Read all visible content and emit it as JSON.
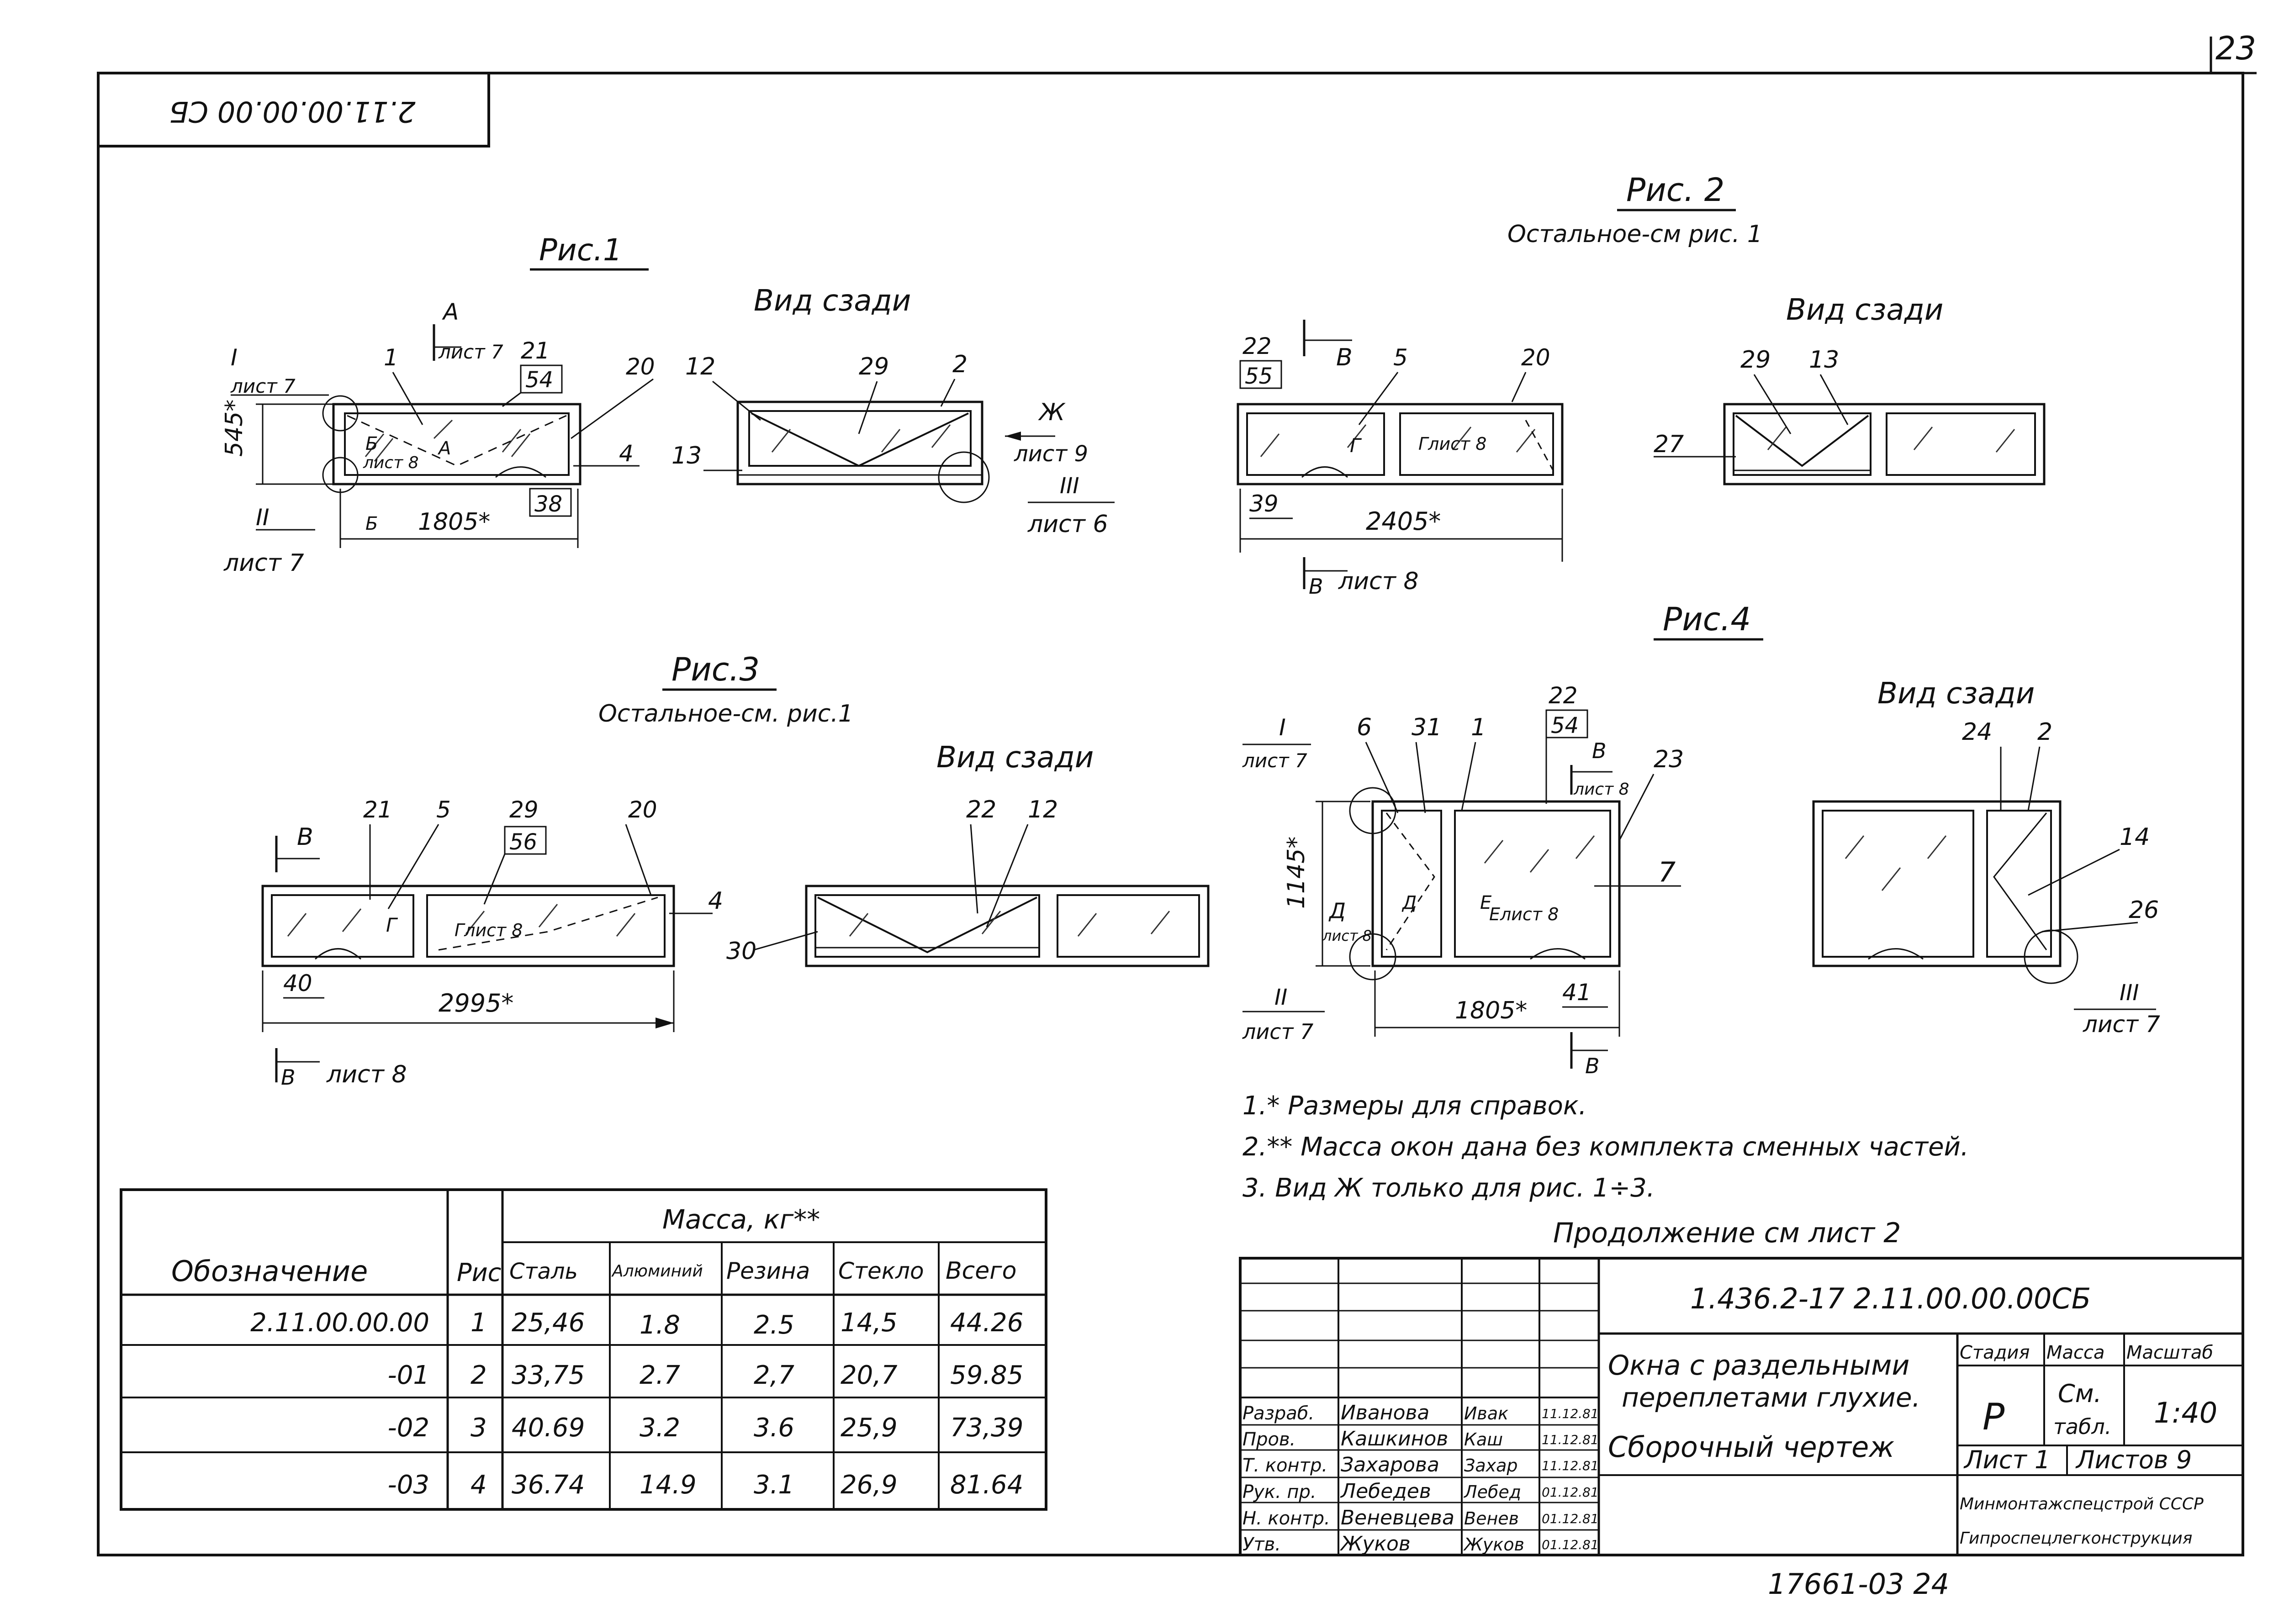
{
  "page": {
    "sheet_number": "23",
    "corner_stamp": "2.11.00.00.00 СБ",
    "bottom_number": "17661-03 24"
  },
  "fig1": {
    "title": "Рис.1",
    "rear_title": "Вид сзади",
    "labels": {
      "a": "А",
      "a_sheet": "лист 7",
      "i": "I",
      "i_sheet": "лист 7",
      "ii": "II",
      "ii_sheet": "лист 7",
      "p1": "1",
      "p21": "21",
      "p54": "54",
      "p20": "20",
      "p4": "4",
      "p38": "38",
      "b6": "Б",
      "b6_sheet": "лист 8",
      "b6_bottom": "Б",
      "a_inner": "А",
      "height": "545*",
      "width": "1805*",
      "r12": "12",
      "r29": "29",
      "r2": "2",
      "r13": "13",
      "zh": "Ж",
      "zh_sheet": "лист 9",
      "iii": "III",
      "iii_sheet": "лист 6"
    }
  },
  "fig2": {
    "title": "Рис. 2",
    "subtitle": "Остальное-см рис. 1",
    "rear_title": "Вид сзади",
    "labels": {
      "v": "В",
      "p22": "22",
      "p55": "55",
      "p5": "5",
      "p20": "20",
      "g": "Г",
      "g_sheet": "Глист 8",
      "p39": "39",
      "width": "2405*",
      "v_bottom": "В",
      "v_bottom_sheet": "лист 8",
      "r29": "29",
      "r13": "13",
      "r27": "27"
    }
  },
  "fig3": {
    "title": "Рис.3",
    "subtitle": "Остальное-см. рис.1",
    "rear_title": "Вид сзади",
    "labels": {
      "v": "В",
      "p21": "21",
      "p5": "5",
      "p29": "29",
      "p56": "56",
      "p20": "20",
      "p4": "4",
      "g": "Г",
      "g_sheet": "Глист 8",
      "p40": "40",
      "width": "2995*",
      "v_bottom": "В",
      "v_bottom_sheet": "лист 8",
      "r22": "22",
      "r12": "12",
      "r30": "30"
    }
  },
  "fig4": {
    "title": "Рис.4",
    "rear_title": "Вид сзади",
    "labels": {
      "i": "I",
      "i_sheet": "лист 7",
      "p6": "6",
      "p31": "31",
      "p1": "1",
      "p22": "22",
      "p54": "54",
      "v": "В",
      "v_sheet": "лист 8",
      "p23": "23",
      "height": "1145*",
      "p7": "7",
      "d": "Д",
      "d_sheet": "лист 8",
      "d_inner": "Д",
      "e": "Е",
      "e_sheet": "Елист 8",
      "ii": "II",
      "ii_sheet": "лист 7",
      "width": "1805*",
      "p41": "41",
      "v_bottom": "В",
      "r24": "24",
      "r2": "2",
      "r14": "14",
      "r26": "26",
      "iii": "III",
      "iii_sheet": "лист 7"
    }
  },
  "notes": [
    "1.* Размеры для справок.",
    "2.** Масса окон дана без комплекта сменных частей.",
    "3. Вид Ж только для рис. 1÷3."
  ],
  "continuation": "Продолжение см лист 2",
  "mass_table": {
    "header_designation": "Обозначение",
    "header_fig": "Рис",
    "header_mass": "Масса, кг**",
    "columns": [
      "Сталь",
      "Алюминий",
      "Резина",
      "Стекло",
      "Всего"
    ],
    "rows": [
      {
        "designation": "2.11.00.00.00",
        "fig": "1",
        "values": [
          "25,46",
          "1.8",
          "2.5",
          "14,5",
          "44.26"
        ]
      },
      {
        "designation": "-01",
        "fig": "2",
        "values": [
          "33,75",
          "2.7",
          "2,7",
          "20,7",
          "59.85"
        ]
      },
      {
        "designation": "-02",
        "fig": "3",
        "values": [
          "40.69",
          "3.2",
          "3.6",
          "25,9",
          "73,39"
        ]
      },
      {
        "designation": "-03",
        "fig": "4",
        "values": [
          "36.74",
          "14.9",
          "3.1",
          "26,9",
          "81.64"
        ]
      }
    ]
  },
  "title_block": {
    "code": "1.436.2-17 2.11.00.00.00СБ",
    "name_line1": "Окна с раздельными",
    "name_line2": "переплетами глухие.",
    "doc_type": "Сборочный чертеж",
    "stage_header": "Стадия",
    "mass_header": "Масса",
    "scale_header": "Масштаб",
    "stage": "Р",
    "mass_value_1": "См.",
    "mass_value_2": "табл.",
    "scale": "1:40",
    "sheet": "Лист 1",
    "sheets_total": "Листов 9",
    "org1": "Минмонтажспецстрой СССР",
    "org2": "Гипроспецлегконструкция",
    "signatures": [
      {
        "role": "Разраб.",
        "name": "Иванова",
        "sign": "Ивак",
        "date": "11.12.81"
      },
      {
        "role": "Пров.",
        "name": "Кашкинов",
        "sign": "Каш",
        "date": "11.12.81"
      },
      {
        "role": "Т. контр.",
        "name": "Захарова",
        "sign": "Захар",
        "date": "11.12.81"
      },
      {
        "role": "Рук. пр.",
        "name": "Лебедев",
        "sign": "Лебед",
        "date": "01.12.81"
      },
      {
        "role": "Н. контр.",
        "name": "Веневцева",
        "sign": "Венев",
        "date": "01.12.81"
      },
      {
        "role": "Утв.",
        "name": "Жуков",
        "sign": "Жуков",
        "date": "01.12.81"
      }
    ]
  }
}
